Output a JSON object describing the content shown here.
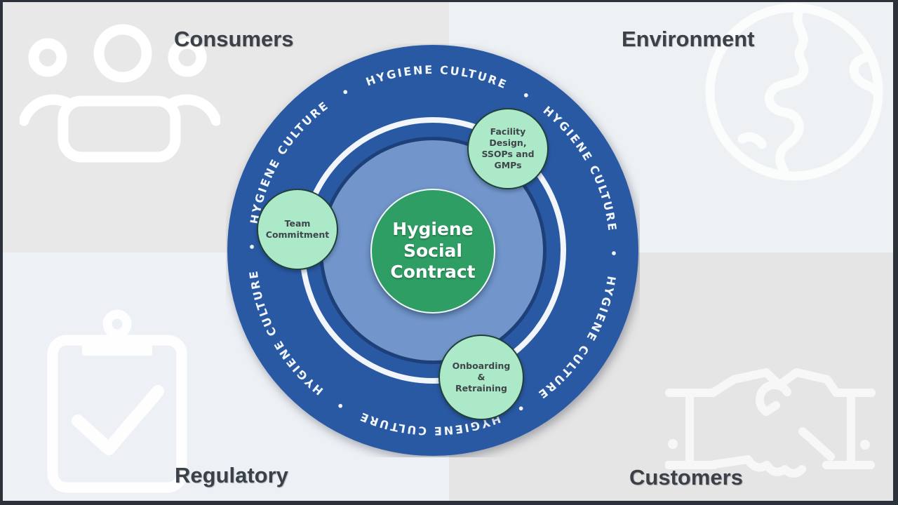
{
  "quadrants": {
    "top_left": {
      "label": "Consumers",
      "icon": "people-icon"
    },
    "top_right": {
      "label": "Environment",
      "icon": "globe-icon"
    },
    "bottom_left": {
      "label": "Regulatory",
      "icon": "clipboard-check-icon"
    },
    "bottom_right": {
      "label": "Customers",
      "icon": "handshake-icon"
    }
  },
  "diagram": {
    "ring_label": "HYGIENE CULTURE",
    "ring_separator": "•",
    "ring_repeats": 6,
    "ring_text": "•   HYGIENE CULTURE   •   HYGIENE CULTURE   •   HYGIENE CULTURE   •   HYGIENE CULTURE   •   HYGIENE CULTURE   •   HYGIENE CULTURE   ",
    "center_label": "Hygiene Social Contract",
    "nodes": [
      {
        "label": "Facility Design, SSOPs and GMPs"
      },
      {
        "label": "Team Commitment"
      },
      {
        "label": "Onboarding & Retraining"
      }
    ]
  },
  "colors": {
    "ring-blue": "#2a59a4",
    "inner-blue": "#7296cb",
    "center-green": "#2f9e64",
    "node-green": "#ace9c8",
    "node-border": "#22403a",
    "white-ring": "#f2f5f9",
    "bg-top-left": "#e9e8e8",
    "bg-top-right": "#eef1f4",
    "bg-bottom-left": "#edf0f4",
    "bg-bottom-right": "#e6e5e5",
    "label-color": "#3b4149",
    "frame-border": "#2c313a"
  }
}
